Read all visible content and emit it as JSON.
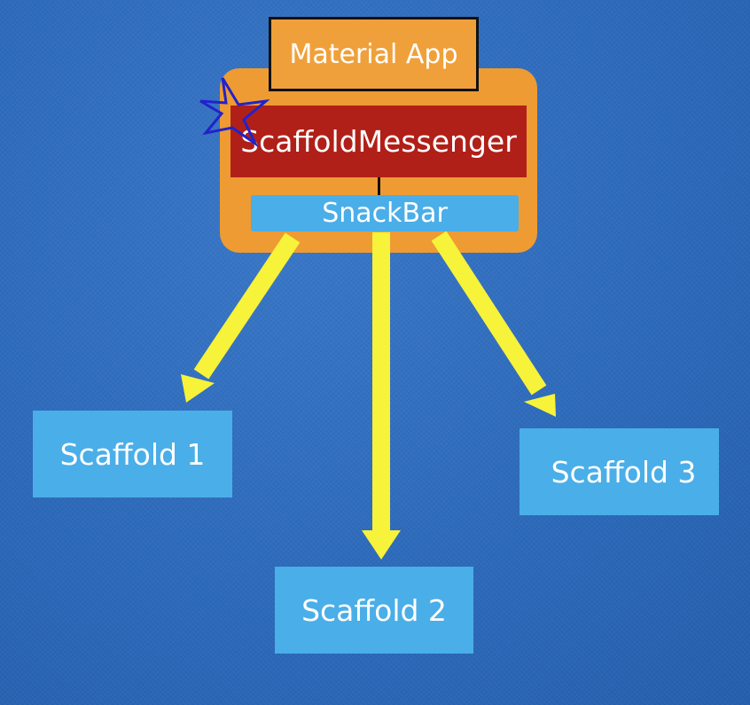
{
  "nodes": {
    "material_app": "Material App",
    "scaffold_messenger": "ScaffoldMessenger",
    "snackbar": "SnackBar",
    "scaffold_1": "Scaffold 1",
    "scaffold_2": "Scaffold 2",
    "scaffold_3": "Scaffold 3"
  },
  "edges": [
    {
      "from": "snackbar",
      "to": "scaffold_1"
    },
    {
      "from": "snackbar",
      "to": "scaffold_2"
    },
    {
      "from": "snackbar",
      "to": "scaffold_3"
    }
  ],
  "colors": {
    "background": "#2f6dc0",
    "material_app": "#f0a03a",
    "container": "#ee9b33",
    "scaffold_messenger": "#b02018",
    "snackbar": "#4aaee8",
    "scaffold": "#4aaee8",
    "arrow": "#f7f23a",
    "star": "#2222cc"
  },
  "annotations": {
    "star_icon": "star-outline-icon"
  }
}
